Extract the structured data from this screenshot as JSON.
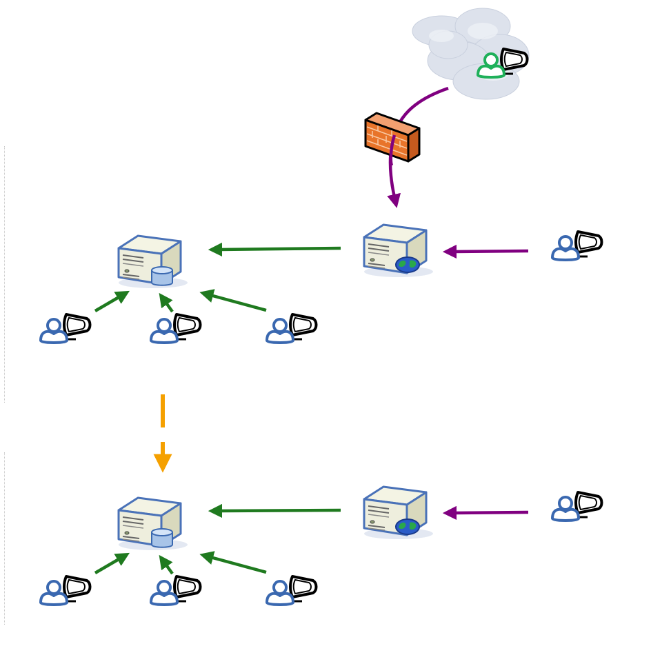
{
  "colors": {
    "background": "#ffffff",
    "arrow_green": "#1f7a1f",
    "arrow_purple": "#800080",
    "arrow_orange": "#f5a000",
    "user_blue": "#3a68b0",
    "user_green": "#1fb05a",
    "server_body": "#eeeedd",
    "server_edge": "#4a72b8",
    "firewall_brick": "#e8742a",
    "cloud": "#dde2ec"
  },
  "icons": {
    "cloud": "cloud-icon",
    "remote_user": "remote-user-icon",
    "firewall": "firewall-icon",
    "web_server": "web-server-icon",
    "db_server": "database-server-icon",
    "user_workstation": "user-workstation-icon"
  },
  "groups": [
    {
      "id": "top",
      "db_clients": 3,
      "web_clients": 1,
      "has_firewall_link": true
    },
    {
      "id": "bottom",
      "db_clients": 3,
      "web_clients": 1,
      "has_firewall_link": false
    }
  ],
  "connections": [
    {
      "from": "cloud-user",
      "to": "web-server-top",
      "via": "firewall",
      "color": "arrow_purple"
    },
    {
      "from": "web-client-top",
      "to": "web-server-top",
      "color": "arrow_purple"
    },
    {
      "from": "web-server-top",
      "to": "db-server-top",
      "color": "arrow_green"
    },
    {
      "from": "db-client-top-1",
      "to": "db-server-top",
      "color": "arrow_green"
    },
    {
      "from": "db-client-top-2",
      "to": "db-server-top",
      "color": "arrow_green"
    },
    {
      "from": "db-client-top-3",
      "to": "db-server-top",
      "color": "arrow_green"
    },
    {
      "from": "db-server-top",
      "to": "db-server-bottom",
      "style": "dashed",
      "color": "arrow_orange"
    },
    {
      "from": "web-client-bottom",
      "to": "web-server-bottom",
      "color": "arrow_purple"
    },
    {
      "from": "web-server-bottom",
      "to": "db-server-bottom",
      "color": "arrow_green"
    },
    {
      "from": "db-client-bottom-1",
      "to": "db-server-bottom",
      "color": "arrow_green"
    },
    {
      "from": "db-client-bottom-2",
      "to": "db-server-bottom",
      "color": "arrow_green"
    },
    {
      "from": "db-client-bottom-3",
      "to": "db-server-bottom",
      "color": "arrow_green"
    }
  ]
}
